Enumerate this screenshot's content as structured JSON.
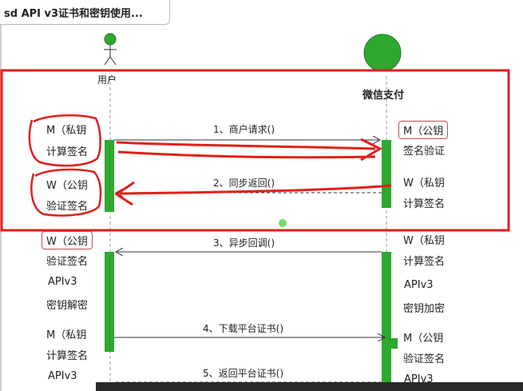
{
  "title": "sd API v3证书和密钥使用...",
  "actors": {
    "left": "用户",
    "right": "微信支付"
  },
  "messages": [
    {
      "label": "1、商户请求()"
    },
    {
      "label": "2、同步返回()"
    },
    {
      "label": "3、异步回调()"
    },
    {
      "label": "4、下载平台证书()"
    },
    {
      "label": "5、返回平台证书()"
    }
  ],
  "left_notes": [
    [
      "M（私钥",
      "计算签名"
    ],
    [
      "W（公钥",
      "验证签名"
    ],
    [
      "W（公钥",
      "验证签名"
    ],
    [
      "APIv3",
      "密钥解密"
    ],
    [
      "M（私钥",
      "计算签名"
    ],
    [
      "APIv3"
    ]
  ],
  "right_notes": [
    [
      "M（公钥",
      "签名验证"
    ],
    [
      "W（私钥",
      "计算签名"
    ],
    [
      "W（私钥",
      "计算签名"
    ],
    [
      "APIv3",
      "密钥加密"
    ],
    [
      "M（公钥",
      "验证签名"
    ],
    [
      "APIv3"
    ]
  ],
  "colors": {
    "activation": "#2ea82e",
    "annotation": "#e0201a",
    "actor": "#2ea82e"
  }
}
